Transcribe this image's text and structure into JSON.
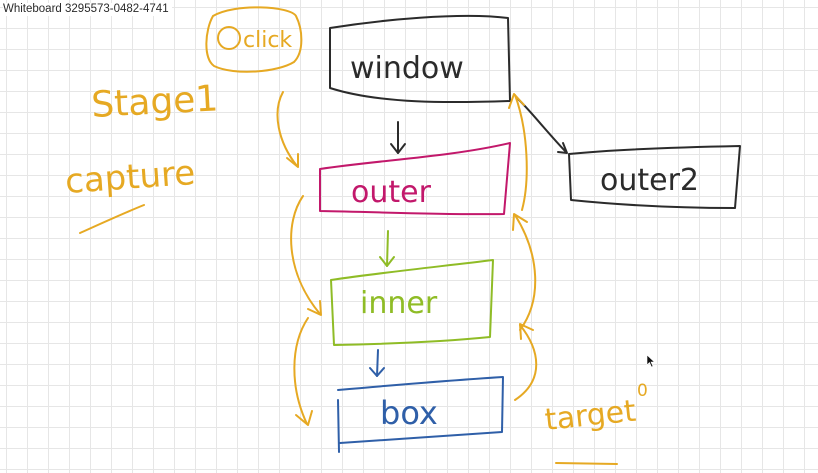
{
  "window_title": "Whiteboard 3295573-0482-4741",
  "colors": {
    "black": "#2b2b2b",
    "orange": "#e6a923",
    "magenta": "#c2186b",
    "green": "#8fbc26",
    "blue": "#2f5fa8"
  },
  "board": {
    "click_label": "click",
    "stage_label": "Stage1",
    "capture_label": "capture",
    "window_label": "window",
    "outer_label": "outer",
    "outer2_label": "outer2",
    "inner_label": "inner",
    "box_label": "box",
    "target_label": "target",
    "target_sup": "0"
  }
}
